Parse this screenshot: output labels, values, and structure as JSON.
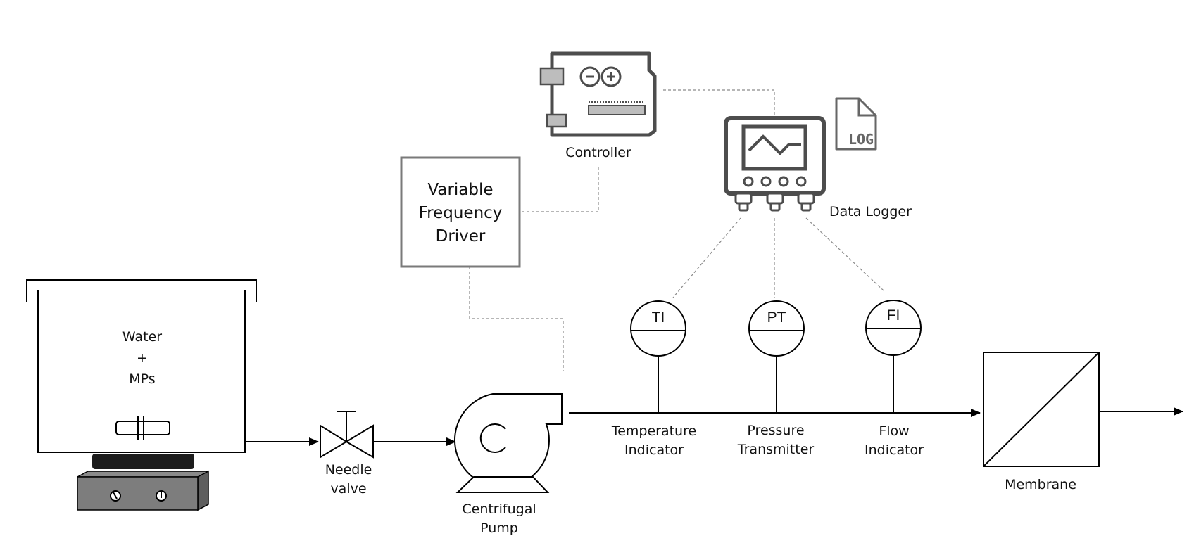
{
  "tank": {
    "label": [
      "Water",
      "+",
      "MPs"
    ]
  },
  "needle_valve": {
    "label": [
      "Needle",
      "valve"
    ]
  },
  "pump": {
    "label": [
      "Centrifugal",
      "Pump"
    ]
  },
  "vfd": {
    "label": [
      "Variable",
      "Frequency",
      "Driver"
    ]
  },
  "controller": {
    "label": "Controller"
  },
  "data_logger": {
    "label": "Data Logger",
    "file_badge": "LOG"
  },
  "instruments": [
    {
      "tag": "TI",
      "label": [
        "Temperature",
        "Indicator"
      ]
    },
    {
      "tag": "PT",
      "label": [
        "Pressure",
        "Transmitter"
      ]
    },
    {
      "tag": "FI",
      "label": [
        "Flow",
        "Indicator"
      ]
    }
  ],
  "membrane": {
    "label": "Membrane"
  },
  "colors": {
    "line": "#000000",
    "signal": "#8a8a8a",
    "equipment_gray": "#5a5a5a",
    "component_fill": "#bdbdbd"
  }
}
